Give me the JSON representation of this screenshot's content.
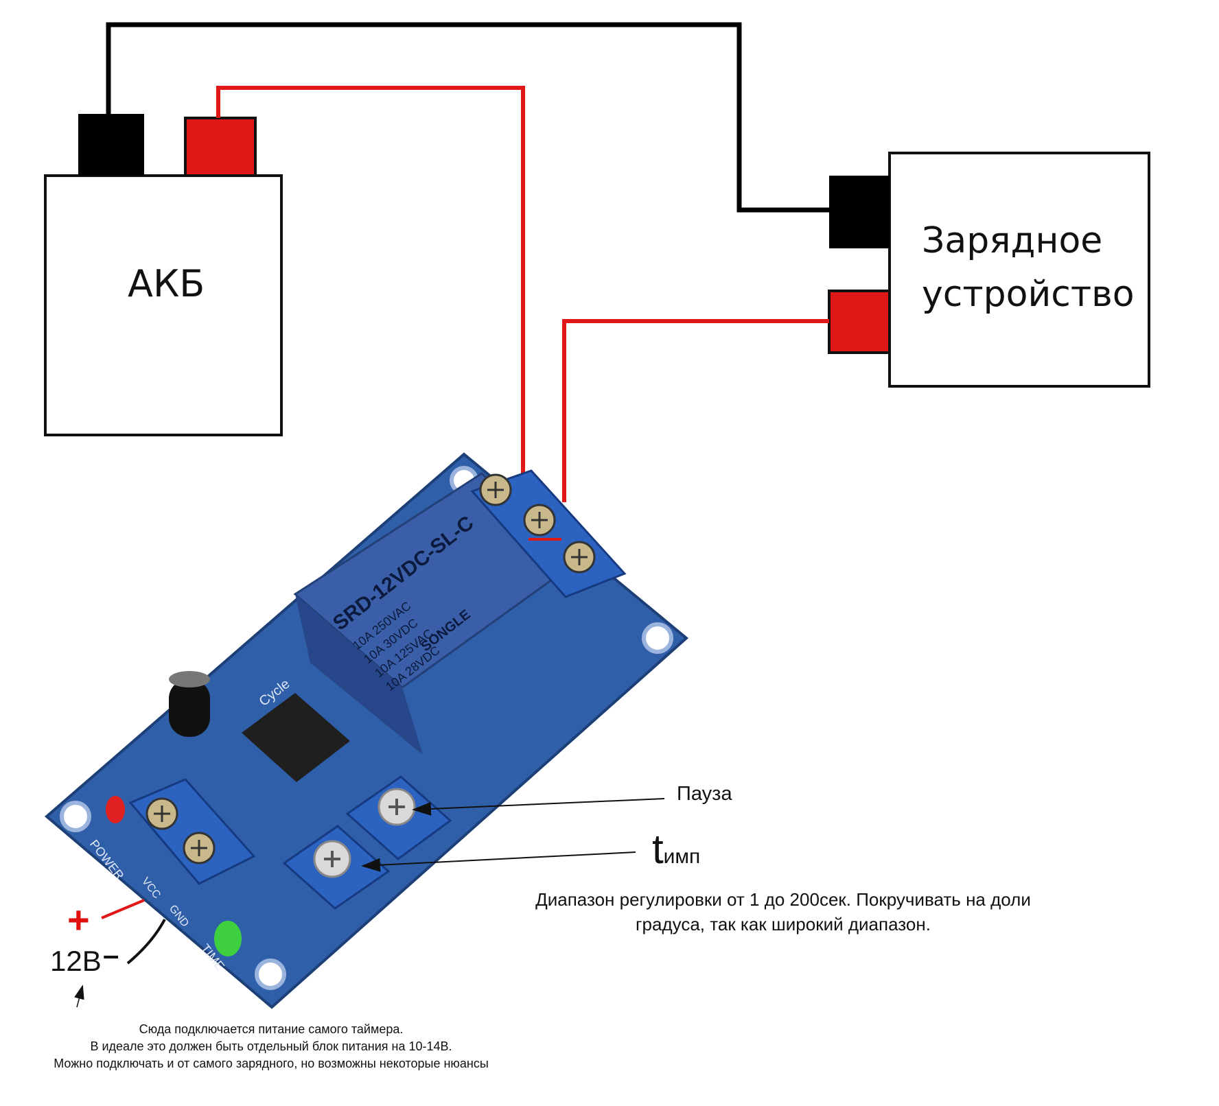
{
  "battery": {
    "label": "АКБ"
  },
  "charger": {
    "label_line1": "Зарядное",
    "label_line2": "устройство"
  },
  "relay_module": {
    "relay_marking_lines": [
      "SRD-12VDC-SL-C",
      "10A 250VAC",
      "10A 30VDC",
      "10A 125VAC",
      "10A 28VDC"
    ],
    "relay_brand": "SONGLE",
    "pcb_labels": {
      "power": "POWER",
      "time": "TIME",
      "cycle": "Cycle",
      "vcc": "VCC",
      "gnd": "GND"
    }
  },
  "annotations": {
    "pause": "Пауза",
    "pulse_time_t": "t",
    "pulse_time_sub": "имп",
    "range_note": "Диапазон регулировки  от 1 до 200сек. Покручивать на доли градуса, так как широкий диапазон.",
    "plus_mark": "+",
    "voltage": "12В",
    "minus_mark": "–",
    "power_note_lines": [
      "Сюда подключается питание самого таймера.",
      "В идеале это должен быть отдельный блок питания на 10-14В.",
      "Можно подключать и от самого зарядного, но возможны некоторые нюансы"
    ]
  },
  "colors": {
    "wire_positive": "#e01818",
    "wire_negative": "#000000",
    "pcb": "#2f5fa8",
    "relay": "#3a5fa8",
    "terminal": "#2c62c0"
  }
}
